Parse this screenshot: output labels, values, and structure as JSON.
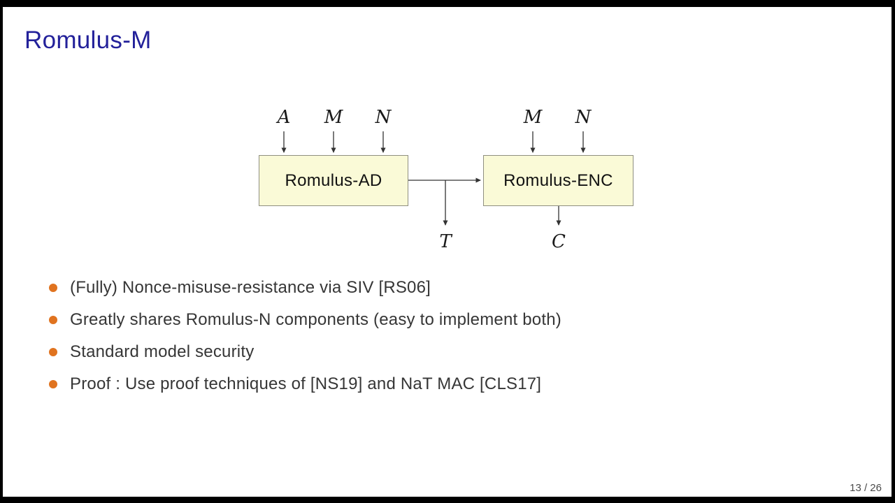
{
  "slide": {
    "title": "Romulus-M",
    "page_indicator": "13 / 26"
  },
  "diagram": {
    "boxes": [
      {
        "label": "Romulus-AD"
      },
      {
        "label": "Romulus-ENC"
      }
    ],
    "ad_inputs": [
      "A",
      "M",
      "N"
    ],
    "enc_inputs": [
      "M",
      "N"
    ],
    "outputs": {
      "tag": "T",
      "ciphertext": "C"
    }
  },
  "bullets": [
    "(Fully) Nonce-misuse-resistance via SIV [RS06]",
    "Greatly shares Romulus-N components (easy to implement both)",
    "Standard model security",
    "Proof :  Use proof techniques of [NS19] and NaT MAC [CLS17]"
  ],
  "colors": {
    "title": "#23219A",
    "bullet_marker": "#E0731F",
    "box_fill": "#FAFAD7",
    "box_border": "#8F8F80",
    "arrow": "#333333",
    "body_text": "#363636",
    "page_number": "#4A4A4A"
  }
}
